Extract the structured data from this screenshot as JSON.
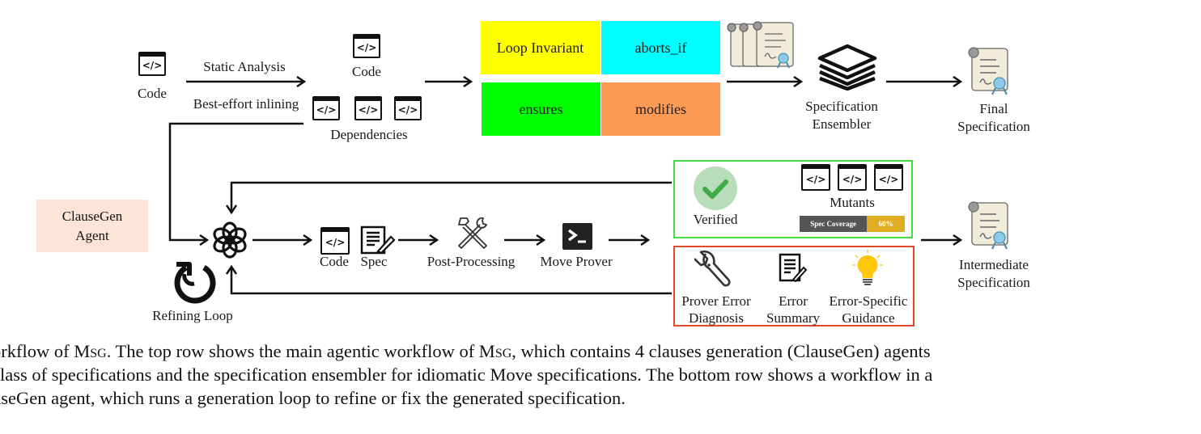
{
  "top_row": {
    "input_code_label": "Code",
    "static_analysis_label": "Static Analysis",
    "inlining_label": "Best-effort inlining",
    "analyzed_code_label": "Code",
    "dependencies_label": "Dependencies",
    "code_icon_glyph": "</>",
    "clauses": [
      {
        "label": "Loop Invariant",
        "color": "#ffff00"
      },
      {
        "label": "aborts_if",
        "color": "#00ffff"
      },
      {
        "label": "ensures",
        "color": "#00ff00"
      },
      {
        "label": "modifies",
        "color": "#ff9a55"
      }
    ],
    "ensembler_label_1": "Specification",
    "ensembler_label_2": "Ensembler",
    "final_label_1": "Final",
    "final_label_2": "Specification"
  },
  "agent": {
    "title_1": "ClauseGen",
    "title_2": "Agent",
    "refining_loop_label": "Refining Loop"
  },
  "bottom_row": {
    "code_label": "Code",
    "spec_label": "Spec",
    "post_processing_label": "Post-Processing",
    "move_prover_label": "Move Prover",
    "verified_label": "Verified",
    "mutants_label": "Mutants",
    "coverage": {
      "label": "Spec Coverage",
      "value_text": "60%",
      "value": 0.6
    },
    "diagnosis_1": "Prover Error",
    "diagnosis_2": "Diagnosis",
    "summary_1": "Error",
    "summary_2": "Summary",
    "guidance_1": "Error-Specific",
    "guidance_2": "Guidance",
    "intermediate_1": "Intermediate",
    "intermediate_2": "Specification"
  },
  "caption": {
    "line1_a": "orkflow of M",
    "line1_sc1": "sg",
    "line1_b": ". The top row shows the main agentic workflow of M",
    "line1_sc2": "sg",
    "line1_c": ", which contains 4 clauses generation (ClauseGen) agents",
    "line2": "class of specifications and the specification ensembler for idiomatic Move specifications. The bottom row shows a workflow in a",
    "line3": "useGen agent, which runs a generation loop to refine or fix the generated specification."
  },
  "colors": {
    "verified_green": "#44dd44",
    "error_red": "#e0472b",
    "agent_bg": "#fce4d6",
    "coverage_gray": "#555555",
    "coverage_gold": "#e0ad22"
  }
}
